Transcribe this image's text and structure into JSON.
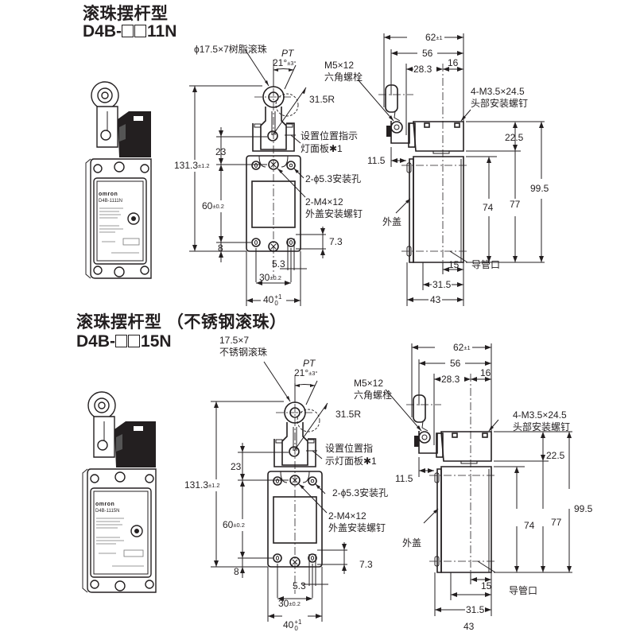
{
  "sections": [
    {
      "title_cn": "滚珠摆杆型",
      "model_prefix": "D4B-",
      "model_suffix": "11N",
      "product_label": {
        "brand": "omron",
        "model": "D4B-1111N"
      },
      "front_view": {
        "roller_label": "ϕ17.5×7树脂滚珠",
        "pt_label": "PT",
        "angle": "21°",
        "angle_tol": "±3°",
        "radius": "31.5R",
        "indicator_label_line1": "设置位置指示",
        "indicator_label_line2": "灯面板✱1",
        "mount_hole_label": "2-ϕ5.3安装孔",
        "cover_screw_line1": "2-M4×12",
        "cover_screw_line2": "外盖安装螺钉",
        "dim_height": "131.3",
        "dim_height_tol": "±1.2",
        "dim_23": "23",
        "dim_60": "60",
        "dim_60_tol": "±0.2",
        "dim_8": "8",
        "dim_7_3": "7.3",
        "dim_5_3": "5.3",
        "dim_30": "30",
        "dim_30_tol": "±0.2",
        "dim_40": "40",
        "dim_40_tol_upper": "+1",
        "dim_40_tol_lower": "0"
      },
      "side_view": {
        "bolt_line1": "M5×12",
        "bolt_line2": "六角螺栓",
        "head_screw_line1": "4-M3.5×24.5",
        "head_screw_line2": "头部安装螺钉",
        "cover_label": "外盖",
        "conduit_label": "导管口",
        "dim_62": "62",
        "dim_62_tol": "±1",
        "dim_56": "56",
        "dim_28_3": "28.3",
        "dim_16": "16",
        "dim_22_5": "22.5",
        "dim_11_5": "11.5",
        "dim_74": "74",
        "dim_77": "77",
        "dim_99_5": "99.5",
        "dim_15": "15",
        "dim_31_5": "31.5",
        "dim_43": "43"
      }
    },
    {
      "title_cn": "滚珠摆杆型 （不锈钢滚珠）",
      "model_prefix": "D4B-",
      "model_suffix": "15N",
      "product_label": {
        "brand": "omron",
        "model": "D4B-1115N"
      },
      "front_view": {
        "roller_label_line1": "17.5×7",
        "roller_label_line2": "不锈钢滚珠",
        "pt_label": "PT",
        "angle": "21°",
        "angle_tol": "±3°",
        "radius": "31.5R",
        "indicator_label_line1": "设置位置指",
        "indicator_label_line2": "示灯面板✱1",
        "mount_hole_label": "2-ϕ5.3安装孔",
        "cover_screw_line1": "2-M4×12",
        "cover_screw_line2": "外盖安装螺钉",
        "dim_height": "131.3",
        "dim_height_tol": "±1.2",
        "dim_23": "23",
        "dim_60": "60",
        "dim_60_tol": "±0.2",
        "dim_8": "8",
        "dim_7_3": "7.3",
        "dim_5_3": "5.3",
        "dim_30": "30",
        "dim_30_tol": "±0.2",
        "dim_40": "40",
        "dim_40_tol_upper": "+1",
        "dim_40_tol_lower": "0"
      },
      "side_view": {
        "bolt_line1": "M5×12",
        "bolt_line2": "六角螺栓",
        "head_screw_line1": "4-M3.5×24.5",
        "head_screw_line2": "头部安装螺钉",
        "cover_label": "外盖",
        "conduit_label": "导管口",
        "dim_62": "62",
        "dim_62_tol": "±1",
        "dim_56": "56",
        "dim_28_3": "28.3",
        "dim_16": "16",
        "dim_22_5": "22.5",
        "dim_11_5": "11.5",
        "dim_74": "74",
        "dim_77": "77",
        "dim_99_5": "99.5",
        "dim_15": "15",
        "dim_31_5": "31.5",
        "dim_43": "43"
      }
    }
  ]
}
